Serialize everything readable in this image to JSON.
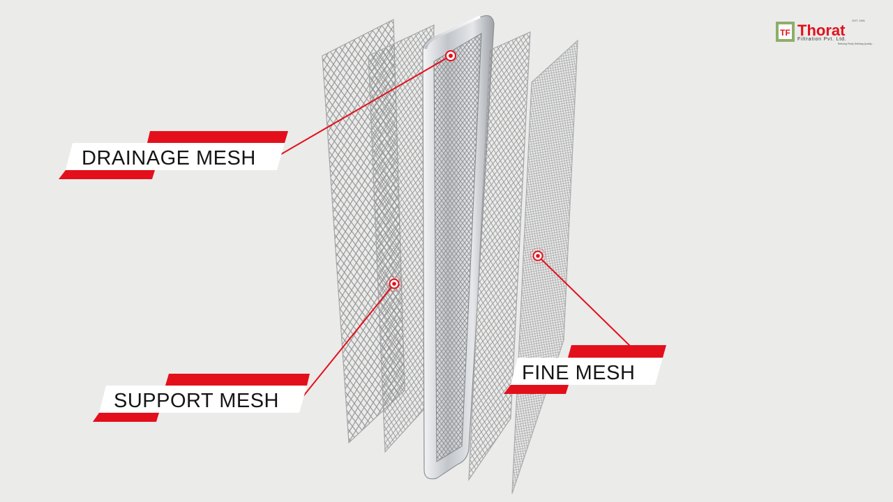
{
  "logo": {
    "brand": "Thorat",
    "subtitle": "Filtration Pvt. Ltd.",
    "tagline": "Refining Purity Defining Quality...",
    "badge": "EST. 1991",
    "monogram": "TF",
    "icon": "thorat-monogram-icon"
  },
  "callouts": {
    "drainage": "DRAINAGE MESH",
    "support": "SUPPORT MESH",
    "fine": "FINE MESH"
  },
  "colors": {
    "accent": "#e3101b",
    "background": "#ebebea",
    "label_bg": "#ffffff",
    "frame": "#c9ccd0",
    "mesh": "#9a9b9d",
    "logo_green": "#7a9b58"
  }
}
